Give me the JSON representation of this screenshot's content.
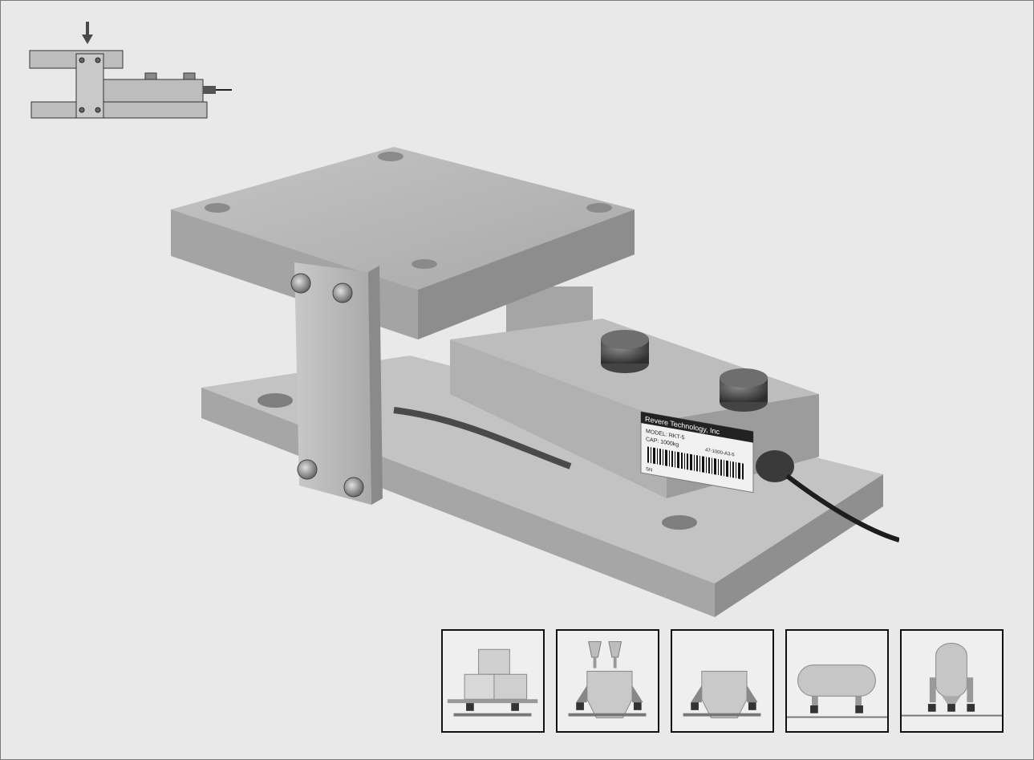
{
  "label": {
    "brand": "Revere Technology, Inc",
    "model": "MODEL: RKT-5",
    "capacity": "CAP: 1000kg",
    "ref": "47-1000-A3-5",
    "serial": "SN"
  },
  "applications": [
    {
      "name": "stacked-boxes-platform"
    },
    {
      "name": "double-hopper"
    },
    {
      "name": "hopper"
    },
    {
      "name": "horizontal-tank"
    },
    {
      "name": "vertical-tank"
    }
  ],
  "colors": {
    "background": "#e9e9e9",
    "steel": "#b3b3b3",
    "tile-border": "#111111"
  }
}
